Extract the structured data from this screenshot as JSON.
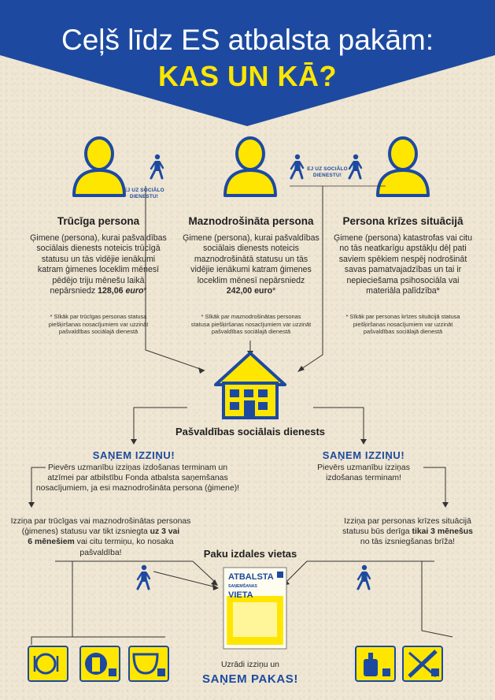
{
  "header": {
    "title_line1": "Ceļš līdz ES atbalsta pakām:",
    "title_line2": "KAS UN KĀ?"
  },
  "colors": {
    "banner_blue": "#1d4aa0",
    "accent_yellow": "#ffe600",
    "background": "#efe6d3"
  },
  "signs": {
    "left": [
      "EJ UZ SOCIĀLO",
      "DIENESTU!"
    ],
    "middle": [
      "EJ UZ SOCIĀLO",
      "DIENESTU!"
    ]
  },
  "columns": [
    {
      "title": "Trūcīga persona",
      "desc_lines": [
        "Ģimene (persona), kurai pašvaldības",
        "sociālais dienests noteicis trūcīgā",
        "statusu un tās vidējie ienākumi",
        "katram ģimenes loceklim mēnesī",
        "pēdējo triju mēnešu laikā"
      ],
      "desc_last_prefix": "nepārsniedz ",
      "desc_last_amount": "128,06",
      "desc_last_unit": " euro",
      "desc_last_mark": "*",
      "note_lines": [
        "* Sīkāk par trūcīgas personas statusa",
        "piešķiršanas nosacījumiem var uzzināt",
        "pašvaldības sociālajā dienestā"
      ]
    },
    {
      "title": "Maznodrošināta persona",
      "desc_lines": [
        "Ģimene (persona), kurai pašvaldības",
        "sociālais dienests noteicis",
        "maznodrošinātā statusu un tās",
        "vidējie ienākumi katram ģimenes",
        "loceklim mēnesī nepārsniedz"
      ],
      "desc_last_amount": "242,00 euro",
      "desc_last_mark": "*",
      "note_lines": [
        "* Sīkāk par maznodrošinātas personas",
        "statusa piešķiršanas nosacījumiem var uzzināt",
        "pašvaldības sociālajā dienestā"
      ]
    },
    {
      "title": "Persona krīzes situācijā",
      "desc_lines": [
        "Ģimene (persona) katastrofas vai citu",
        "no tās neatkarīgu apstākļu dēļ pati",
        "saviem spēkiem nespēj nodrošināt",
        "savas pamatvajadzības un tai ir",
        "nepieciešama psihosociāla vai",
        "materiāla palīdzība*"
      ],
      "note_lines": [
        "* Sīkāk par personas krīzes situācijā statusa",
        "piešķiršanas nosacījumiem var uzzināt",
        "pašvaldības sociālajā dienestā"
      ]
    }
  ],
  "center": {
    "title": "Pašvaldības sociālais dienests"
  },
  "left_branch": {
    "title": "SAŅEM IZZIŅU!",
    "text_lines": [
      "Pievērs uzmanību izziņas izdošanas terminam un",
      "atzīmei par atbilstību Fonda atbalsta saņemšanas",
      "nosacījumiem, ja esi maznodrošināta persona (ģimene)!"
    ],
    "validity_lines": [
      "Izziņa par trūcīgas vai maznodrošinātas personas",
      "(ģimenes) statusu var tikt izsniegta "
    ],
    "validity_bold_1": "uz 3 vai",
    "validity_bold_2": "6 mēnešiem",
    "validity_end": " vai citu termiņu, ko nosaka pašvaldība!"
  },
  "right_branch": {
    "title": "SAŅEM IZZIŅU!",
    "text_lines": [
      "Pievērs uzmanību izziņas",
      "izdošanas terminam!"
    ],
    "validity_lines": [
      "Izziņa par personas krīzes situācijā",
      "statusu būs derīga "
    ],
    "validity_bold_1": "tikai 3 mēnešus",
    "validity_end": "no tās izsniegšanas brīža!"
  },
  "distribution": {
    "title": "Paku izdales vietas",
    "poster_lines": [
      "ATBALSTA",
      "VIETA"
    ],
    "poster_sub": "SAŅEMŠANAS",
    "show_cert": "Uzrādi izziņu un",
    "get_packages": "SAŅEM PAKAS!"
  },
  "icons": {
    "left": [
      "food-icon",
      "fruit-icon",
      "diaper-icon"
    ],
    "right": [
      "soap-icon",
      "school-supplies-icon"
    ]
  }
}
